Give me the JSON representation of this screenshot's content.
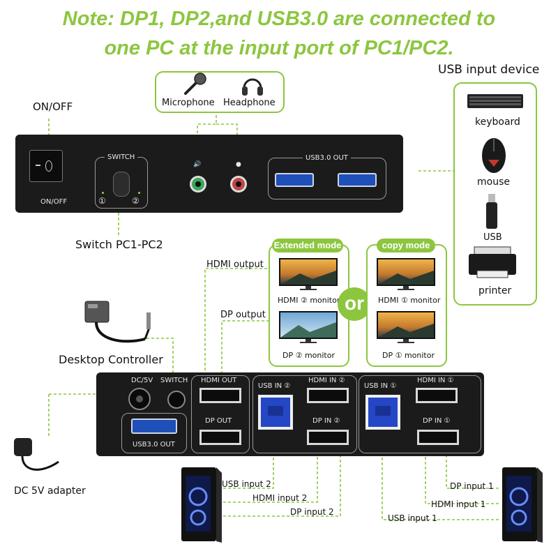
{
  "note": {
    "line1": "Note: DP1, DP2,and USB3.0 are connected to",
    "line2": "one PC at the input port of PC1/PC2."
  },
  "top_panel": {
    "on_off_outside": "ON/OFF",
    "on_off_panel": "ON/OFF",
    "switch_label": "SWITCH",
    "switch_pos1": "①",
    "switch_pos2": "②",
    "usb_out_label": "USB3.0 OUT",
    "switch_caption": "Switch PC1-PC2"
  },
  "audio": {
    "microphone": "Microphone",
    "headphone": "Headphone"
  },
  "usb_devices": {
    "title": "USB input device",
    "items": [
      "keyboard",
      "mouse",
      "USB",
      "printer"
    ]
  },
  "modes": {
    "extended": "Extended mode",
    "copy": "copy mode",
    "or": "or",
    "extended_monitors": [
      "HDMI ② monitor",
      "DP ② monitor"
    ],
    "copy_monitors": [
      "HDMI ① monitor",
      "DP ① monitor"
    ]
  },
  "outputs": {
    "hdmi_output": "HDMI output",
    "dp_output": "DP output"
  },
  "desktop_controller": "Desktop Controller",
  "dc_adapter": "DC 5V  adapter",
  "rear_panel": {
    "dc": "DC/5V",
    "switch": "SWITCH",
    "hdmi_out": "HDMI OUT",
    "dp_out": "DP OUT",
    "usb_out": "USB3.0 OUT",
    "usb_in2": "USB IN ②",
    "hdmi_in2": "HDMI IN ②",
    "dp_in2": "DP IN ②",
    "usb_in1": "USB IN ①",
    "hdmi_in1": "HDMI IN ①",
    "dp_in1": "DP IN ①"
  },
  "pc2_inputs": [
    "USB input 2",
    "HDMI input 2",
    "DP input 2"
  ],
  "pc1_inputs": [
    "DP input 1",
    "HDMI input 1",
    "USB input 1"
  ],
  "colors": {
    "accent_green": "#8cc63f",
    "panel_black": "#1b1b1b",
    "usb_blue": "#1f4fb8"
  }
}
